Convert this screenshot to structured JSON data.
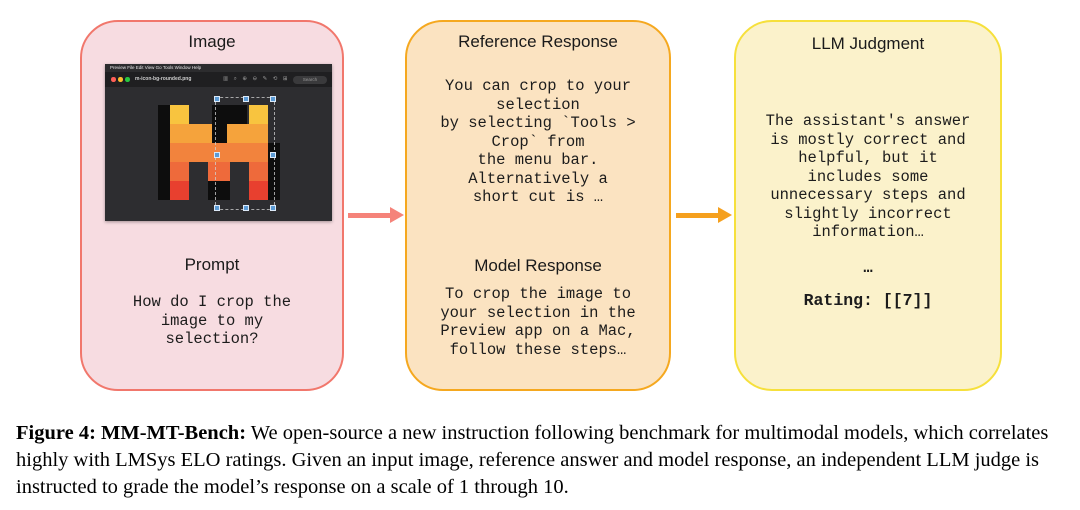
{
  "colors": {
    "box1_bg": "#f7dce1",
    "box1_border": "#f1776c",
    "box2_bg": "#fbe3c1",
    "box2_border": "#f5a81f",
    "box3_bg": "#fbf2cb",
    "box3_border": "#f6e03c",
    "arrow1": "#f5837a",
    "arrow2": "#f5a01e",
    "logo_yellow": "#f8c43f",
    "logo_amber": "#f5a33c",
    "logo_orange": "#f2833d",
    "logo_dorange": "#ee6a3b",
    "logo_red": "#e8402f",
    "logo_black": "#0d0d0d",
    "canvas_bg": "#2d2d30",
    "titlebar_bg": "#1f1f21",
    "menubar_bg": "#2c2c2e",
    "handle_blue": "#5b9bd5"
  },
  "image_box": {
    "title": "Image",
    "prompt_heading": "Prompt",
    "prompt_text": "How do I crop the\nimage to my\nselection?",
    "preview": {
      "menu_items": "Preview   File   Edit   View   Go   Tools   Window   Help",
      "filename": "m-icon-bg-rounded.png",
      "toolbar_icons": "▥  ⌕ ⊕ ⊖  ✎ ⟲ ⊞",
      "search_placeholder": "Search"
    }
  },
  "reference_box": {
    "title": "Reference Response",
    "reference_text": "You can crop to your\nselection\nby selecting `Tools >\nCrop` from\nthe menu bar.\nAlternatively a\nshort cut is …",
    "model_heading": "Model Response",
    "model_text": "To crop the image to\nyour selection in the\nPreview app on a Mac,\nfollow these steps…"
  },
  "judgment_box": {
    "title": "LLM Judgment",
    "judgment_text": "The assistant's answer\nis mostly correct and\nhelpful, but it\nincludes some\nunnecessary steps and\nslightly incorrect\ninformation…",
    "ellipsis": "…",
    "rating": "Rating: [[7]]"
  },
  "caption": {
    "bold": "Figure 4: MM-MT-Bench:",
    "text": " We open-source a new instruction following benchmark for multimodal models, which correlates highly with LMSys ELO ratings. Given an input image, reference answer and model response, an independent LLM judge is instructed to grade the model’s response on a scale of 1 through 10."
  }
}
